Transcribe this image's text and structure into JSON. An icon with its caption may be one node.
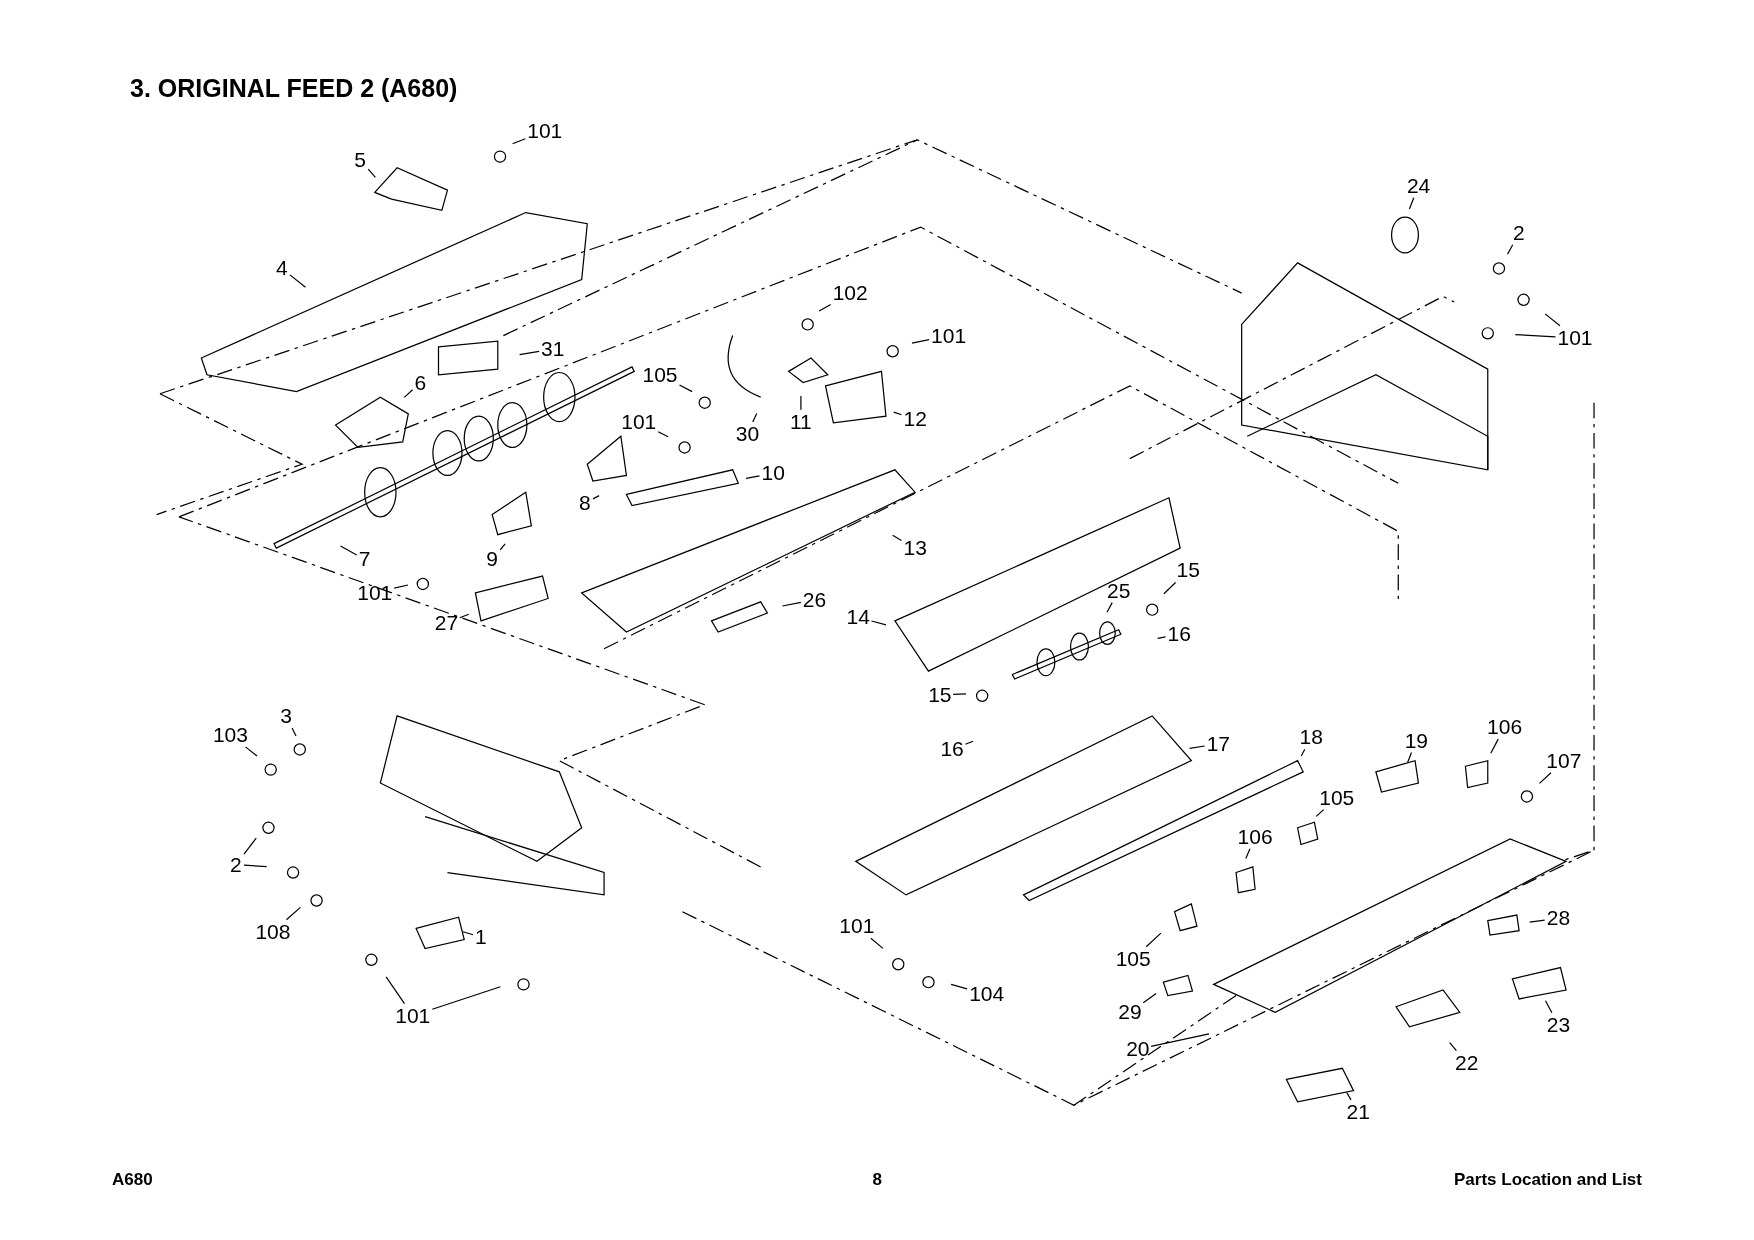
{
  "diagram": {
    "title": "3. ORIGINAL FEED 2 (A680)",
    "nodes": [
      {
        "text": [
          "101"
        ]
      },
      {
        "text": [
          "5"
        ]
      },
      {
        "text": [
          "4"
        ]
      },
      {
        "text": [
          "31"
        ]
      },
      {
        "text": [
          "6"
        ]
      },
      {
        "text": [
          "105"
        ]
      },
      {
        "text": [
          "102"
        ]
      },
      {
        "text": [
          "101"
        ]
      },
      {
        "text": [
          "11"
        ]
      },
      {
        "text": [
          "12"
        ]
      },
      {
        "text": [
          "30"
        ]
      },
      {
        "text": [
          "101"
        ]
      },
      {
        "text": [
          "10"
        ]
      },
      {
        "text": [
          "8"
        ]
      },
      {
        "text": [
          "9"
        ]
      },
      {
        "text": [
          "13"
        ]
      },
      {
        "text": [
          "7"
        ]
      },
      {
        "text": [
          "101"
        ]
      },
      {
        "text": [
          "27"
        ]
      },
      {
        "text": [
          "26"
        ]
      },
      {
        "text": [
          "14"
        ]
      },
      {
        "text": [
          "25"
        ]
      },
      {
        "text": [
          "15"
        ]
      },
      {
        "text": [
          "16"
        ]
      },
      {
        "text": [
          "15"
        ]
      },
      {
        "text": [
          "16"
        ]
      },
      {
        "text": [
          "24"
        ]
      },
      {
        "text": [
          "2"
        ]
      },
      {
        "text": [
          "101"
        ]
      },
      {
        "text": [
          "17"
        ]
      },
      {
        "text": [
          "18"
        ]
      },
      {
        "text": [
          "19"
        ]
      },
      {
        "text": [
          "106"
        ]
      },
      {
        "text": [
          "107"
        ]
      },
      {
        "text": [
          "105"
        ]
      },
      {
        "text": [
          "106"
        ]
      },
      {
        "text": [
          "3"
        ]
      },
      {
        "text": [
          "103"
        ]
      },
      {
        "text": [
          "2"
        ]
      },
      {
        "text": [
          "108"
        ]
      },
      {
        "text": [
          "1"
        ]
      },
      {
        "text": [
          "101"
        ]
      },
      {
        "text": [
          "101"
        ]
      },
      {
        "text": [
          "104"
        ]
      },
      {
        "text": [
          "105"
        ]
      },
      {
        "text": [
          "28"
        ]
      },
      {
        "text": [
          "29"
        ]
      },
      {
        "text": [
          "20"
        ]
      },
      {
        "text": [
          "22"
        ]
      },
      {
        "text": [
          "23"
        ]
      },
      {
        "text": [
          "21"
        ]
      }
    ],
    "edges": [
      {
        "from": 0,
        "to": null,
        "arrow": "none"
      },
      {
        "from": 1,
        "to": null,
        "arrow": "none"
      },
      {
        "from": 2,
        "to": null,
        "arrow": "none"
      },
      {
        "from": 3,
        "to": null,
        "arrow": "none"
      },
      {
        "from": 4,
        "to": null,
        "arrow": "none"
      },
      {
        "from": 5,
        "to": null,
        "arrow": "none"
      },
      {
        "from": 6,
        "to": null,
        "arrow": "none"
      },
      {
        "from": 7,
        "to": null,
        "arrow": "none"
      },
      {
        "from": 8,
        "to": null,
        "arrow": "none"
      },
      {
        "from": 9,
        "to": null,
        "arrow": "none"
      },
      {
        "from": 10,
        "to": null,
        "arrow": "none"
      },
      {
        "from": 11,
        "to": null,
        "arrow": "none"
      },
      {
        "from": 12,
        "to": null,
        "arrow": "none"
      },
      {
        "from": 13,
        "to": null,
        "arrow": "none"
      },
      {
        "from": 14,
        "to": null,
        "arrow": "none"
      },
      {
        "from": 15,
        "to": null,
        "arrow": "none"
      },
      {
        "from": 16,
        "to": null,
        "arrow": "none"
      },
      {
        "from": 17,
        "to": null,
        "arrow": "none"
      },
      {
        "from": 18,
        "to": null,
        "arrow": "none"
      },
      {
        "from": 19,
        "to": null,
        "arrow": "none"
      },
      {
        "from": 20,
        "to": null,
        "arrow": "none"
      },
      {
        "from": 21,
        "to": null,
        "arrow": "none"
      },
      {
        "from": 22,
        "to": null,
        "arrow": "none"
      },
      {
        "from": 23,
        "to": null,
        "arrow": "none"
      },
      {
        "from": 24,
        "to": null,
        "arrow": "none"
      },
      {
        "from": 25,
        "to": null,
        "arrow": "none"
      },
      {
        "from": 26,
        "to": null,
        "arrow": "none"
      },
      {
        "from": 27,
        "to": null,
        "arrow": "none"
      },
      {
        "from": 28,
        "to": null,
        "arrow": "none"
      },
      {
        "from": 28,
        "to": null,
        "arrow": "none"
      },
      {
        "from": 29,
        "to": null,
        "arrow": "none"
      },
      {
        "from": 30,
        "to": null,
        "arrow": "none"
      },
      {
        "from": 31,
        "to": null,
        "arrow": "none"
      },
      {
        "from": 32,
        "to": null,
        "arrow": "none"
      },
      {
        "from": 33,
        "to": null,
        "arrow": "none"
      },
      {
        "from": 34,
        "to": null,
        "arrow": "none"
      },
      {
        "from": 35,
        "to": null,
        "arrow": "none"
      },
      {
        "from": 36,
        "to": null,
        "arrow": "none"
      },
      {
        "from": 37,
        "to": null,
        "arrow": "none"
      },
      {
        "from": 38,
        "to": null,
        "arrow": "none"
      },
      {
        "from": 38,
        "to": null,
        "arrow": "none"
      },
      {
        "from": 39,
        "to": null,
        "arrow": "none"
      },
      {
        "from": 40,
        "to": null,
        "arrow": "none"
      },
      {
        "from": 41,
        "to": null,
        "arrow": "none"
      },
      {
        "from": 41,
        "to": null,
        "arrow": "none"
      },
      {
        "from": 42,
        "to": null,
        "arrow": "none"
      },
      {
        "from": 43,
        "to": null,
        "arrow": "none"
      },
      {
        "from": 44,
        "to": null,
        "arrow": "none"
      },
      {
        "from": 45,
        "to": null,
        "arrow": "none"
      },
      {
        "from": 46,
        "to": null,
        "arrow": "none"
      },
      {
        "from": 47,
        "to": null,
        "arrow": "none"
      },
      {
        "from": 48,
        "to": null,
        "arrow": "none"
      },
      {
        "from": 49,
        "to": null,
        "arrow": "none"
      },
      {
        "from": 50,
        "to": null,
        "arrow": "none"
      }
    ],
    "labels": [
      "A680",
      "8",
      "Parts Location and List"
    ]
  }
}
